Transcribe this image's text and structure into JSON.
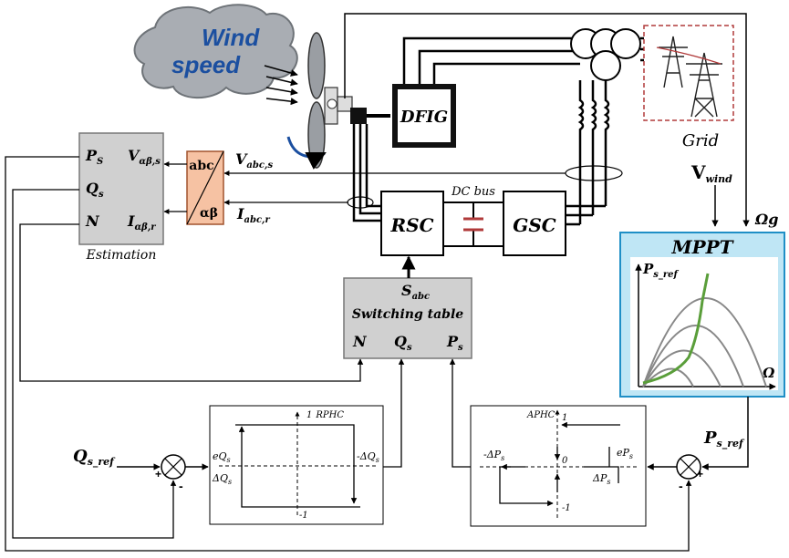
{
  "cloud": {
    "line1": "Wind",
    "line2": "speed"
  },
  "machine": {
    "dfig": "DFIG",
    "grid": "Grid"
  },
  "converters": {
    "rsc": "RSC",
    "gsc": "GSC",
    "dc_bus": "DC bus"
  },
  "estimation": {
    "title": "Estimation",
    "ps": "P",
    "ps_sub": "S",
    "qs": "Q",
    "qs_sub": "s",
    "n": "N",
    "v": "V",
    "v_sub": "αβ,s",
    "i": "I",
    "i_sub": "αβ,r"
  },
  "transform": {
    "top": "abc",
    "bottom": "αβ"
  },
  "signals": {
    "vabc": "V",
    "vabc_sub": "abc,s",
    "iabc": "I",
    "iabc_sub": "abc,r",
    "vwind": "V",
    "vwind_sub": "wind",
    "omega_g": "Ωg",
    "qsref": "Q",
    "qsref_sub": "s_ref",
    "psref": "P",
    "psref_sub": "s_ref"
  },
  "switching": {
    "s": "S",
    "s_sub": "abc",
    "title": "Switching table",
    "n": "N",
    "qs": "Q",
    "qs_sub": "s",
    "ps": "P",
    "ps_sub": "s"
  },
  "mppt": {
    "title": "MPPT",
    "ylabel": "P",
    "ylabel_sub": "s_ref",
    "xlabel": "Ω"
  },
  "rphc": {
    "title": "RPHC",
    "top": "1",
    "bottom": "-1",
    "eq": "eQ",
    "eq_sub": "s",
    "dq": "ΔQ",
    "dq_sub": "s",
    "mdq": "-ΔQ",
    "mdq_sub": "s"
  },
  "aphc": {
    "title": "APHC",
    "top": "1",
    "zero": "0",
    "bottom": "-1",
    "mdp": "-ΔP",
    "mdp_sub": "s",
    "ep": "eP",
    "ep_sub": "s",
    "dp": "ΔP",
    "dp_sub": "s"
  },
  "summers": {
    "plus": "+",
    "minus": "-"
  }
}
